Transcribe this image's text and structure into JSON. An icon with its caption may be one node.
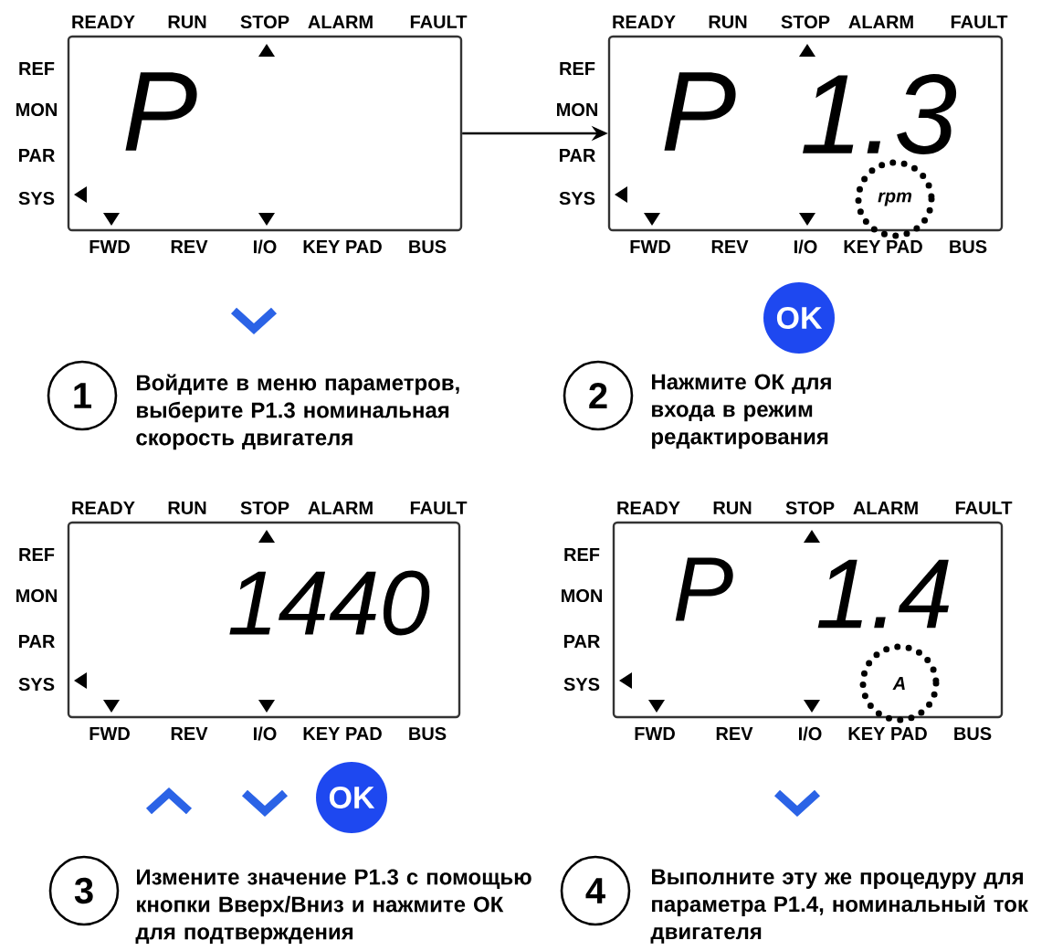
{
  "diagram": {
    "nodes": [
      {
        "text": [
          "P"
        ],
        "beside": [
          "READY",
          "RUN",
          "STOP",
          "ALARM",
          "FAULT",
          "REF",
          "MON",
          "PAR",
          "SYS",
          "FWD",
          "REV",
          "I/O",
          "KEY PAD",
          "BUS"
        ]
      },
      {
        "text": [
          "P",
          "1.3",
          "rpm"
        ],
        "beside": [
          "READY",
          "RUN",
          "STOP",
          "ALARM",
          "FAULT",
          "REF",
          "MON",
          "PAR",
          "SYS",
          "FWD",
          "REV",
          "I/O",
          "KEY PAD",
          "BUS"
        ]
      },
      {
        "text": [
          "OK"
        ]
      },
      {
        "text": [
          "1"
        ],
        "beside": [
          "Войдите в меню параметров, выберите P1.3 номинальная скорость двигателя"
        ]
      },
      {
        "text": [
          "2"
        ],
        "beside": [
          "Нажмите ОК для входа в режим редактирования"
        ]
      },
      {
        "text": [
          "1440"
        ],
        "beside": [
          "READY",
          "RUN",
          "STOP",
          "ALARM",
          "FAULT",
          "REF",
          "MON",
          "PAR",
          "SYS",
          "FWD",
          "REV",
          "I/O",
          "KEY PAD",
          "BUS"
        ]
      },
      {
        "text": [
          "P",
          "1.4",
          "A"
        ],
        "beside": [
          "READY",
          "RUN",
          "STOP",
          "ALARM",
          "FAULT",
          "REF",
          "MON",
          "PAR",
          "SYS",
          "FWD",
          "REV",
          "I/O",
          "KEY PAD",
          "BUS"
        ]
      },
      {
        "text": [
          "OK"
        ]
      },
      {
        "text": [
          "3"
        ],
        "beside": [
          "Измените значение P1.3 с помощью кнопки Вверх/Вниз и нажмите ОК для подтверждения"
        ]
      },
      {
        "text": [
          "4"
        ],
        "beside": [
          "Выполните эту же процедуру для параметра P1.4, номинальный ток двигателя"
        ]
      }
    ],
    "edges": [
      {
        "from": 0,
        "to": 1,
        "arrow": "to"
      }
    ]
  }
}
